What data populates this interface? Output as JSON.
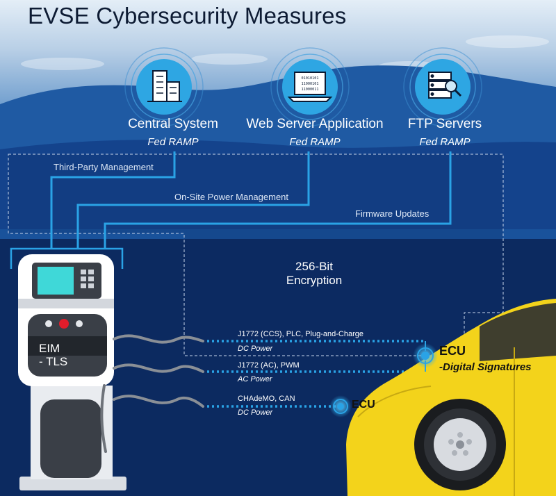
{
  "title": "EVSE Cybersecurity Measures",
  "nodes": [
    {
      "label": "Central System",
      "sub": "Fed RAMP",
      "icon": "building-icon"
    },
    {
      "label": "Web Server Application",
      "sub": "Fed RAMP",
      "icon": "binary-laptop-icon"
    },
    {
      "label": "FTP Servers",
      "sub": "Fed RAMP",
      "icon": "server-search-icon"
    }
  ],
  "flows": [
    "Third-Party Management",
    "On-Site Power Management",
    "Firmware Updates"
  ],
  "encryption": {
    "line1": "256-Bit",
    "line2": "Encryption"
  },
  "charger": {
    "line1": "EIM",
    "line2": "- TLS"
  },
  "cables": [
    {
      "main": "J1772 (CCS), PLC, Plug-and-Charge",
      "sub": "DC Power"
    },
    {
      "main": "J1772 (AC), PWM",
      "sub": "AC Power"
    },
    {
      "main": "CHAdeMO, CAN",
      "sub": "DC Power"
    }
  ],
  "car": {
    "ecu_main": "ECU",
    "ecu_main_sub": "-Digital Signatures",
    "ecu_secondary": "ECU"
  },
  "colors": {
    "accent": "#29a8e0",
    "line": "#2aa3e6",
    "car": "#f3d31b",
    "title": "#0d1b33"
  }
}
